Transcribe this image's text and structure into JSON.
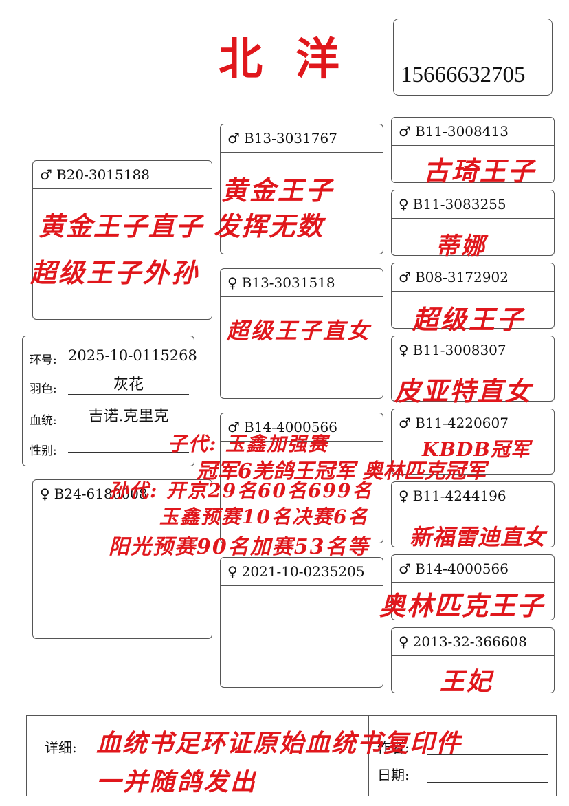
{
  "brand": {
    "name": "北洋"
  },
  "contact": {
    "phone": "15666632705"
  },
  "pigeon_info": {
    "ring_label": "环号:",
    "ring_value": "2025-10-0115268",
    "feather_label": "羽色:",
    "feather_value": "灰花",
    "bloodline_label": "血统:",
    "bloodline_value": "吉诺.克里克",
    "sex_label": "性别:",
    "sex_value": ""
  },
  "sire": {
    "sex": "♂",
    "ring": "B20-3015188",
    "note1": "黄金王子直子 发挥无数",
    "note2": "超级王子外孙"
  },
  "dam": {
    "sex": "♀",
    "ring": "B24-6180008"
  },
  "grandsire_paternal": {
    "sex": "♂",
    "ring": "B13-3031767",
    "note": "黄金王子"
  },
  "granddam_paternal": {
    "sex": "♀",
    "ring": "B13-3031518",
    "note": "超级王子直女"
  },
  "grandsire_maternal": {
    "sex": "♂",
    "ring": "B14-4000566"
  },
  "granddam_maternal": {
    "sex": "♀",
    "ring": "2021-10-0235205"
  },
  "gg1": {
    "sex": "♂",
    "ring": "B11-3008413",
    "note": "古琦王子"
  },
  "gg2": {
    "sex": "♀",
    "ring": "B11-3083255",
    "note": "蒂娜"
  },
  "gg3": {
    "sex": "♂",
    "ring": "B08-3172902",
    "note": "超级王子"
  },
  "gg4": {
    "sex": "♀",
    "ring": "B11-3008307",
    "note": "皮亚特直女"
  },
  "gg5": {
    "sex": "♂",
    "ring": "B11-4220607",
    "note": "KBDB冠军"
  },
  "gg6": {
    "sex": "♀",
    "ring": "B11-4244196",
    "note": "新福雷迪直女"
  },
  "gg7": {
    "sex": "♂",
    "ring": "B14-4000566",
    "note": "奥林匹克王子"
  },
  "gg8": {
    "sex": "♀",
    "ring": "2013-32-366608",
    "note": "王妃"
  },
  "achievements": {
    "line1": "子代: 玉鑫加强赛",
    "line2": "冠军6羌鸽王冠军 奥林匹克冠军",
    "line3": "孙代: 开京29名60名699名",
    "line4": "玉鑫预赛10名决赛6名",
    "line5": "阳光预赛90名加赛53名等"
  },
  "details": {
    "label": "详细:",
    "text1": "血统书足环证原始血统书复印件",
    "text2": "一并随鸽发出",
    "author_label": "作者:",
    "date_label": "日期:"
  }
}
